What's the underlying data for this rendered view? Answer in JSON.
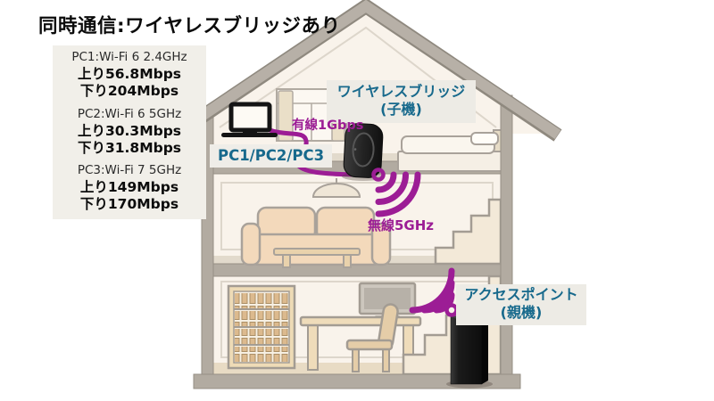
{
  "title": "同時通信:ワイヤレスブリッジあり",
  "colors": {
    "accent_teal": "#17698c",
    "accent_purple": "#9c1d95",
    "label_background": "#f1efe9",
    "house_frame_gray": "#b2aba1",
    "wall_cream": "#f9f3eb"
  },
  "pc_stats": [
    {
      "name": "PC1:Wi-Fi 6 2.4GHz",
      "up": "上り56.8Mbps",
      "down": "下り204Mbps"
    },
    {
      "name": "PC2:Wi-Fi 6 5GHz",
      "up": "上り30.3Mbps",
      "down": "下り31.8Mbps"
    },
    {
      "name": "PC3:Wi-Fi 7 5GHz",
      "up": "上り149Mbps",
      "down": "下り170Mbps"
    }
  ],
  "devices": {
    "bridge_label_line1": "ワイヤレスブリッジ",
    "bridge_label_line2": "(子機)",
    "ap_label_line1": "アクセスポイント",
    "ap_label_line2": "(親機)",
    "client_label": "PC1/PC2/PC3"
  },
  "connections": {
    "wired": "有線1Gbps",
    "wireless": "無線5GHz"
  }
}
